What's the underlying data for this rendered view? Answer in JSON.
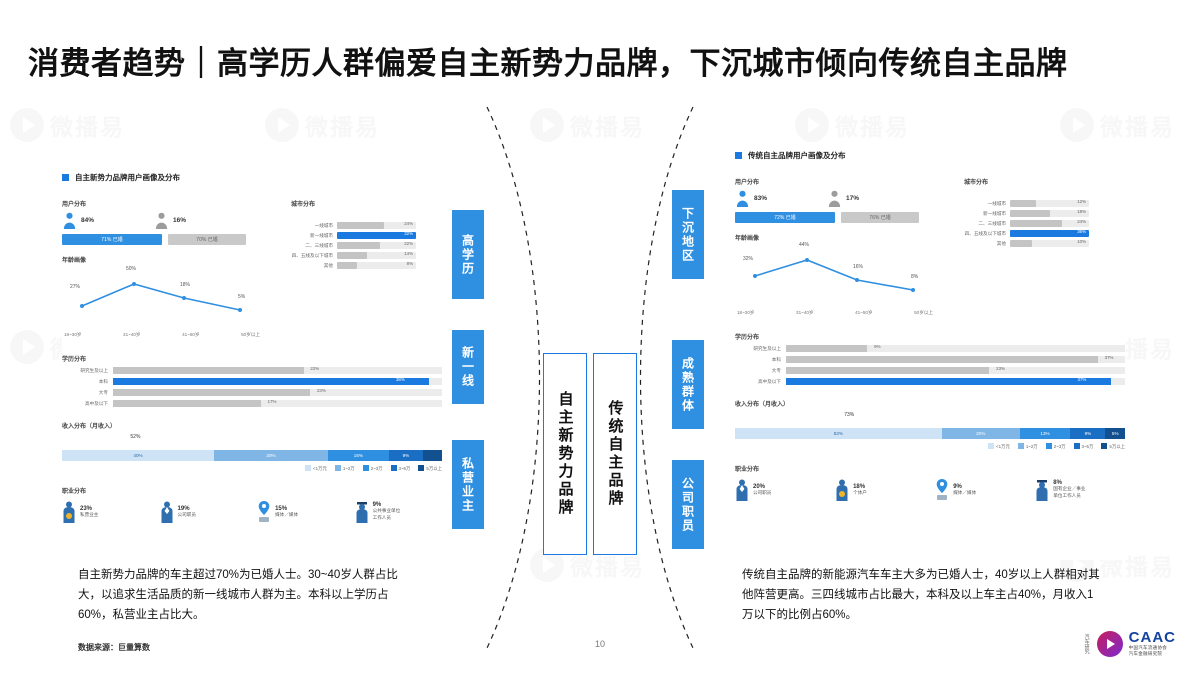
{
  "title": "消费者趋势｜高学历人群偏爱自主新势力品牌，下沉城市倾向传统自主品牌",
  "page_number": "10",
  "source_note": "数据来源：巨量算数",
  "watermark_text": "微播易",
  "accent_color": "#1a7ae0",
  "left_panel": {
    "heading": "自主新势力品牌用户画像及分布",
    "gender_label": "用户分布",
    "city_label": "城市分布",
    "gender": [
      {
        "icon": "male-icon",
        "pct": "84%",
        "bar_label": "71% 已婚"
      },
      {
        "icon": "female-icon",
        "pct": "16%",
        "bar_label": "70% 已婚"
      }
    ],
    "city_title": "城市分布",
    "city": [
      {
        "name": "一线城市",
        "value": 24,
        "label": "24%",
        "highlight": false
      },
      {
        "name": "新一线城市",
        "value": 32,
        "label": "32%",
        "highlight": true
      },
      {
        "name": "二、三线城市",
        "value": 22,
        "label": "22%",
        "highlight": false
      },
      {
        "name": "四、五线及以下城市",
        "value": 14,
        "label": "14%",
        "highlight": false
      },
      {
        "name": "其他",
        "value": 8,
        "label": "8%",
        "highlight": false
      }
    ],
    "age_label": "年龄画像",
    "age": {
      "categories": [
        "18~30岁",
        "31~40岁",
        "41~50岁",
        "50岁以上"
      ],
      "values": [
        27,
        50,
        18,
        5
      ],
      "labels": [
        "27%",
        "50%",
        "18%",
        "5%"
      ]
    },
    "education_label": "学历分布",
    "education": [
      {
        "name": "研究生及以上",
        "value": 22,
        "label": "22%",
        "highlight": false
      },
      {
        "name": "本科",
        "value": 38,
        "label": "38%",
        "highlight": true
      },
      {
        "name": "大专",
        "value": 23,
        "label": "23%",
        "highlight": false
      },
      {
        "name": "高中及以下",
        "value": 17,
        "label": "17%",
        "highlight": false
      }
    ],
    "income_label": "收入分布（月收入）",
    "income_top_label": "52%",
    "income": [
      {
        "name": "<1万元",
        "value": 40,
        "label": "40%",
        "color": "#cfe3f7"
      },
      {
        "name": "1~2万",
        "value": 30,
        "label": "30%",
        "color": "#7fb6e6"
      },
      {
        "name": "2~3万",
        "value": 16,
        "label": "16%",
        "color": "#2f8fe0"
      },
      {
        "name": "3~5万",
        "value": 9,
        "label": "9%",
        "color": "#1a6fc4"
      },
      {
        "name": "5万以上",
        "value": 5,
        "label": "",
        "color": "#13508f"
      }
    ],
    "occupation_label": "职业分布",
    "occupation": [
      {
        "icon": "money-person-icon",
        "pct": "23%",
        "name": "私营业主"
      },
      {
        "icon": "suit-person-icon",
        "pct": "19%",
        "name": "公司职员"
      },
      {
        "icon": "location-person-icon",
        "pct": "15%",
        "name": "媒体／媒体"
      },
      {
        "icon": "officer-icon",
        "pct": "9%",
        "name": "公共事业单位\n工作人员"
      }
    ],
    "summary": "自主新势力品牌的车主超过70%为已婚人士。30~40岁人群占比大，以追求生活品质的新一线城市人群为主。本科以上学历占60%，私营业主占比大。"
  },
  "right_panel": {
    "heading": "传统自主品牌用户画像及分布",
    "gender_label": "用户分布",
    "city_label": "城市分布",
    "gender": [
      {
        "icon": "male-icon",
        "pct": "83%",
        "bar_label": "72% 已婚"
      },
      {
        "icon": "female-icon",
        "pct": "17%",
        "bar_label": "76% 已婚"
      }
    ],
    "city": [
      {
        "name": "一线城市",
        "value": 12,
        "label": "12%",
        "highlight": false
      },
      {
        "name": "新一线城市",
        "value": 18,
        "label": "18%",
        "highlight": false
      },
      {
        "name": "二、三线城市",
        "value": 24,
        "label": "24%",
        "highlight": false
      },
      {
        "name": "四、五线及以下城市",
        "value": 36,
        "label": "36%",
        "highlight": true
      },
      {
        "name": "其他",
        "value": 10,
        "label": "10%",
        "highlight": false
      }
    ],
    "age_label": "年龄画像",
    "age": {
      "categories": [
        "18~30岁",
        "31~40岁",
        "41~50岁",
        "50岁以上"
      ],
      "values": [
        32,
        44,
        16,
        8
      ],
      "labels": [
        "32%",
        "44%",
        "16%",
        "8%"
      ]
    },
    "education_label": "学历分布",
    "education": [
      {
        "name": "研究生及以上",
        "value": 9,
        "label": "9%",
        "highlight": false
      },
      {
        "name": "本科",
        "value": 37,
        "label": "37%",
        "highlight": false
      },
      {
        "name": "大专",
        "value": 23,
        "label": "23%",
        "highlight": false
      },
      {
        "name": "高中及以下",
        "value": 37,
        "label": "37%",
        "highlight": true
      }
    ],
    "income_label": "收入分布（月收入）",
    "income_top_label": "73%",
    "income": [
      {
        "name": "<1万元",
        "value": 53,
        "label": "53%",
        "color": "#cfe3f7"
      },
      {
        "name": "1~2万",
        "value": 20,
        "label": "20%",
        "color": "#7fb6e6"
      },
      {
        "name": "2~3万",
        "value": 13,
        "label": "13%",
        "color": "#2f8fe0"
      },
      {
        "name": "3~5万",
        "value": 9,
        "label": "9%",
        "color": "#1a6fc4"
      },
      {
        "name": "5万以上",
        "value": 5,
        "label": "5%",
        "color": "#13508f"
      }
    ],
    "occupation_label": "职业分布",
    "occupation": [
      {
        "icon": "suit-person-icon",
        "pct": "20%",
        "name": "公司职员"
      },
      {
        "icon": "money-person-icon",
        "pct": "18%",
        "name": "个体户"
      },
      {
        "icon": "location-person-icon",
        "pct": "9%",
        "name": "媒体／媒体"
      },
      {
        "icon": "officer-icon",
        "pct": "8%",
        "name": "国有企业／事业\n单位工作人员"
      }
    ],
    "summary": "传统自主品牌的新能源汽车车主大多为已婚人士，40岁以上人群相对其他阵营更高。三四线城市占比最大，本科及以上车主占40%，月收入1万以下的比例占60%。"
  },
  "center": {
    "left_card": "自主新势力品牌",
    "right_card": "传统自主品牌",
    "left_tags": [
      "高学历",
      "新一线",
      "私营业主"
    ],
    "right_tags": [
      "下沉地区",
      "成熟群体",
      "公司职员"
    ]
  },
  "income_legend": [
    "<1万元",
    "1~2万",
    "2~3万",
    "3~5万",
    "5万以上"
  ],
  "logo": {
    "name": "CAAC",
    "sub_en": "中国汽车流通协会",
    "sub_cn": "汽车金融研究院",
    "side": "汽车研究"
  }
}
